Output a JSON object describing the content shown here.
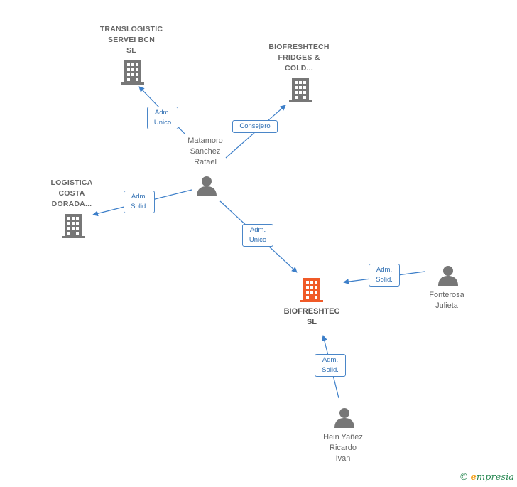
{
  "nodes": {
    "translogistic": {
      "label": "TRANSLOGISTIC\nSERVEI BCN\nSL"
    },
    "biofreshtech_fridges": {
      "label": "BIOFRESHTECH\nFRIDGES &\nCOLD..."
    },
    "logistica": {
      "label": "LOGISTICA\nCOSTA\nDORADA..."
    },
    "matamoro": {
      "label": "Matamoro\nSanchez\nRafael"
    },
    "biofreshtec": {
      "label": "BIOFRESHTEC\nSL"
    },
    "fonterosa": {
      "label": "Fonterosa\nJulieta"
    },
    "hein": {
      "label": "Hein Yañez\nRicardo\nIvan"
    }
  },
  "edges": {
    "adm_unico_translogistic": "Adm.\nUnico",
    "consejero": "Consejero",
    "adm_solid_logistica": "Adm.\nSolid.",
    "adm_unico_biofreshtec": "Adm.\nUnico",
    "adm_solid_fonterosa": "Adm.\nSolid.",
    "adm_solid_hein": "Adm.\nSolid."
  },
  "colors": {
    "company": "#777777",
    "main_company": "#f05a28",
    "person": "#777777",
    "edge": "#3d7fc9"
  },
  "footer": {
    "brand_initial": "e",
    "brand_rest": "mpresia",
    "copyright_symbol": "©"
  }
}
